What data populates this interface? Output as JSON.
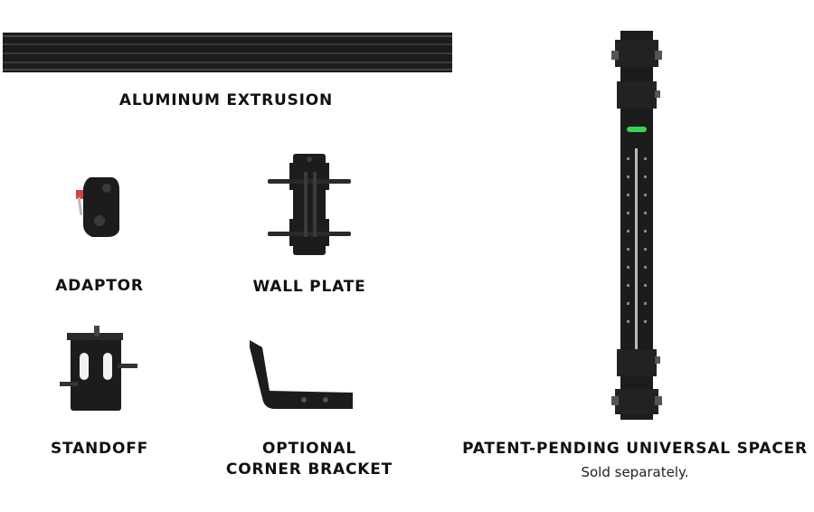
{
  "products": {
    "extrusion": {
      "label": "ALUMINUM EXTRUSION"
    },
    "adaptor": {
      "label": "ADAPTOR"
    },
    "wall_plate": {
      "label": "WALL PLATE"
    },
    "standoff": {
      "label": "STANDOFF"
    },
    "corner_bracket": {
      "label_line1": "OPTIONAL",
      "label_line2": "CORNER BRACKET"
    },
    "spacer": {
      "label": "PATENT-PENDING UNIVERSAL SPACER",
      "note": "Sold separately."
    }
  },
  "colors": {
    "metal": "#1c1c1c",
    "highlight": "#3a3a3a",
    "level_vial": "#39d353",
    "lever": "#d84040"
  }
}
